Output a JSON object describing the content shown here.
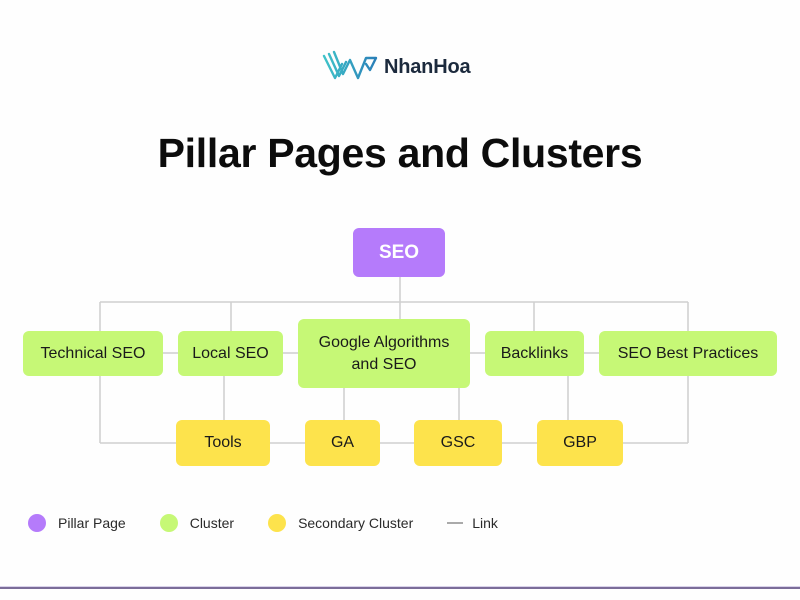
{
  "brand": {
    "name": "NhanHoa",
    "logo_icon": "nhanhoa-w-logo-icon"
  },
  "title": "Pillar Pages and Clusters",
  "colors": {
    "pillar": "#b57bfb",
    "cluster": "#c6f876",
    "secondary": "#fde34c",
    "link": "#cfcfcf"
  },
  "diagram": {
    "pillar": {
      "id": "seo",
      "label": "SEO"
    },
    "clusters": [
      {
        "id": "technical-seo",
        "label": "Technical SEO"
      },
      {
        "id": "local-seo",
        "label": "Local SEO"
      },
      {
        "id": "google-algorithms",
        "label": "Google Algorithms and SEO"
      },
      {
        "id": "backlinks",
        "label": "Backlinks"
      },
      {
        "id": "seo-best-practices",
        "label": "SEO Best Practices"
      }
    ],
    "secondary_clusters": [
      {
        "id": "tools",
        "label": "Tools"
      },
      {
        "id": "ga",
        "label": "GA"
      },
      {
        "id": "gsc",
        "label": "GSC"
      },
      {
        "id": "gbp",
        "label": "GBP"
      }
    ],
    "links": [
      [
        "seo",
        "technical-seo"
      ],
      [
        "seo",
        "local-seo"
      ],
      [
        "seo",
        "google-algorithms"
      ],
      [
        "seo",
        "backlinks"
      ],
      [
        "seo",
        "seo-best-practices"
      ],
      [
        "technical-seo",
        "local-seo"
      ],
      [
        "local-seo",
        "google-algorithms"
      ],
      [
        "google-algorithms",
        "backlinks"
      ],
      [
        "backlinks",
        "seo-best-practices"
      ],
      [
        "local-seo",
        "tools"
      ],
      [
        "google-algorithms",
        "ga"
      ],
      [
        "google-algorithms",
        "gsc"
      ],
      [
        "backlinks",
        "gbp"
      ],
      [
        "technical-seo",
        "tools"
      ],
      [
        "tools",
        "ga"
      ],
      [
        "ga",
        "gsc"
      ],
      [
        "gsc",
        "gbp"
      ],
      [
        "gbp",
        "seo-best-practices"
      ]
    ]
  },
  "legend": [
    {
      "label": "Pillar Page",
      "type": "dot",
      "color": "#b57bfb"
    },
    {
      "label": "Cluster",
      "type": "dot",
      "color": "#c6f876"
    },
    {
      "label": "Secondary Cluster",
      "type": "dot",
      "color": "#fde34c"
    },
    {
      "label": "Link",
      "type": "line",
      "color": "#aaaaaa"
    }
  ]
}
